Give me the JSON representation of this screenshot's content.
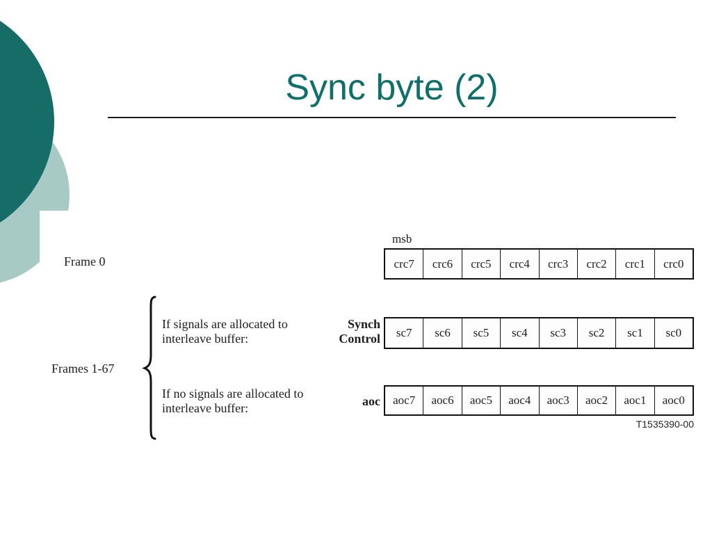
{
  "slide": {
    "title": "Sync byte (2)",
    "colors": {
      "title_teal": "#0e6f6b",
      "circle_dark": "#166c67",
      "circle_light": "#a8cac5",
      "line_black": "#1c1c1c"
    }
  },
  "diagram": {
    "msb_label": "msb",
    "frame0_label": "Frame 0",
    "frames_label": "Frames 1-67",
    "condition1": {
      "line1": "If signals are allocated to",
      "line2": "interleave buffer:"
    },
    "condition2": {
      "line1": "If no signals are allocated to",
      "line2": "interleave buffer:"
    },
    "synch_label": {
      "line1": "Synch",
      "line2": "Control"
    },
    "aoc_label": "aoc",
    "tables": {
      "crc": [
        "crc7",
        "crc6",
        "crc5",
        "crc4",
        "crc3",
        "crc2",
        "crc1",
        "crc0"
      ],
      "sc": [
        "sc7",
        "sc6",
        "sc5",
        "sc4",
        "sc3",
        "sc2",
        "sc1",
        "sc0"
      ],
      "aoc": [
        "aoc7",
        "aoc6",
        "aoc5",
        "aoc4",
        "aoc3",
        "aoc2",
        "aoc1",
        "aoc0"
      ]
    },
    "caption": "T1535390-00"
  }
}
